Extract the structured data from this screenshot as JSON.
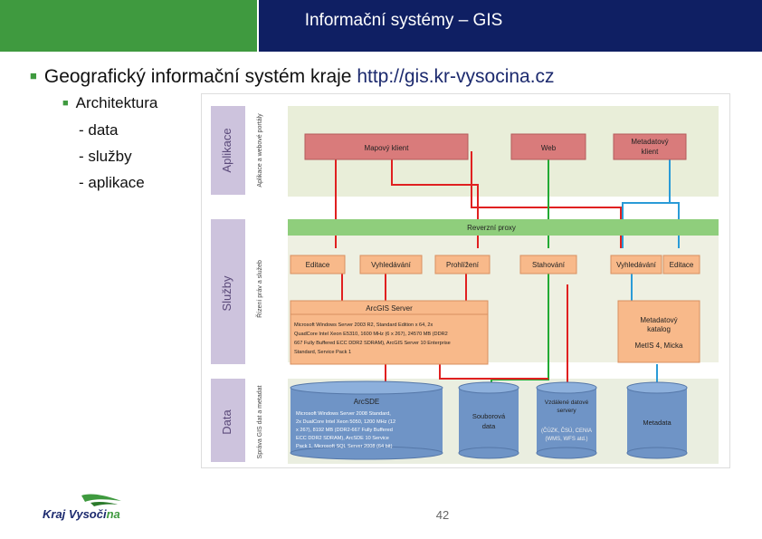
{
  "header": {
    "title": "Informační systémy – GIS"
  },
  "slide": {
    "bullet1_text": "Geografický informační systém kraje ",
    "bullet1_url": "http://gis.kr-vysocina.cz",
    "bullet2": "Architektura",
    "subitems": [
      "- data",
      "- služby",
      "- aplikace"
    ],
    "page_number": "42"
  },
  "logo": {
    "text_main": "Kraj Vysoči",
    "text_accent": "na"
  },
  "diagram": {
    "layers": {
      "aplikace": "Aplikace",
      "sluzby": "Služby",
      "data": "Data"
    },
    "side_labels": {
      "aplikace": "Aplikace a webové portály",
      "sluzby": "Řízení práv a služeb",
      "data": "Správa GIS dat a metadat"
    },
    "apps": {
      "mapovy_klient": "Mapový klient",
      "web": "Web",
      "metadatovy_klient_1": "Metadatový",
      "metadatovy_klient_2": "klient"
    },
    "reverse_proxy": "Reverzní proxy",
    "services": {
      "editace": "Editace",
      "vyhledavani": "Vyhledávání",
      "prohlizeni": "Prohlížení",
      "stahovani": "Stahování",
      "vyhledavani2": "Vyhledávání",
      "editace2": "Editace"
    },
    "arcgis_server": {
      "title": "ArcGIS Server",
      "lines": [
        "Microsoft Windows Server 2003 R2, Standard Edition x 64, 2x",
        "QuadCore Intel Xeon E5310, 1600 MHz (6 x 267), 24570 MB (DDR2",
        "667 Fully Buffered ECC DDR2 SDRAM), ArcGIS Server 10 Enterprise",
        "Standard, Service Pack 1"
      ]
    },
    "metadata_catalog": {
      "line1": "Metadatový",
      "line2": "katalog",
      "line3": "MetIS 4, Micka"
    },
    "arcsde": {
      "title": "ArcSDE",
      "lines": [
        "Microsoft Windows Server 2008 Standard,",
        "2x DualCore Intel Xeon 5050, 1200 MHz (12",
        "x 267), 8192 MB (DDR2-667 Fully Buffered",
        "ECC DDR2 SDRAM), ArcSDE 10 Service",
        "Pack 1, Microsoft SQL Server 2008 (64 bit)"
      ]
    },
    "souborova_data": {
      "line1": "Souborová",
      "line2": "data"
    },
    "vzdalene": {
      "line1": "Vzdálené datové",
      "line2": "servery",
      "line3": "(ČÚZK, ČSÚ, CENIA",
      "line4": "(WMS, WFS atd.)"
    },
    "metadata": "Metadata"
  },
  "colors": {
    "header_green": "#3f9a3f",
    "header_navy": "#0f1f63",
    "app_red": "#d97b7b",
    "proxy_green": "#8fce7c",
    "service_orange": "#f8b98a",
    "data_blue": "#6f94c6",
    "layer_purple": "#cdc3dd",
    "connector_red": "#e02020",
    "connector_green": "#22aa33",
    "connector_blue": "#2a9bd7"
  }
}
